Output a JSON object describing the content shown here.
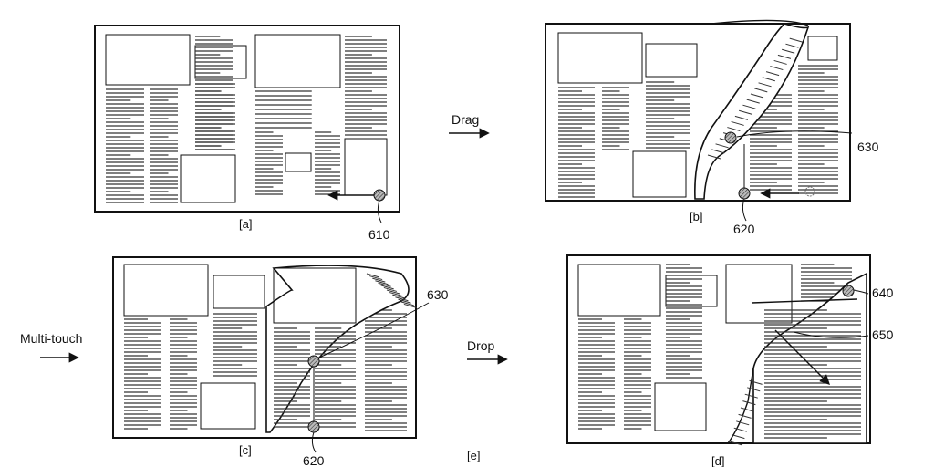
{
  "steps": {
    "drag": "Drag",
    "multi_touch": "Multi-touch",
    "drop": "Drop"
  },
  "panels": [
    {
      "id": "a",
      "label": "[a]"
    },
    {
      "id": "b",
      "label": "[b]"
    },
    {
      "id": "c",
      "label": "[c]"
    },
    {
      "id": "d",
      "label": "[d]"
    }
  ],
  "extra_label": "[e]",
  "refs": {
    "r610": "610",
    "r620_b": "620",
    "r630_b": "630",
    "r630_c": "630",
    "r620_c": "620",
    "r640": "640",
    "r650": "650"
  },
  "colors": {
    "ink": "#111111",
    "paper": "#ffffff",
    "text_lines": "#333333"
  }
}
